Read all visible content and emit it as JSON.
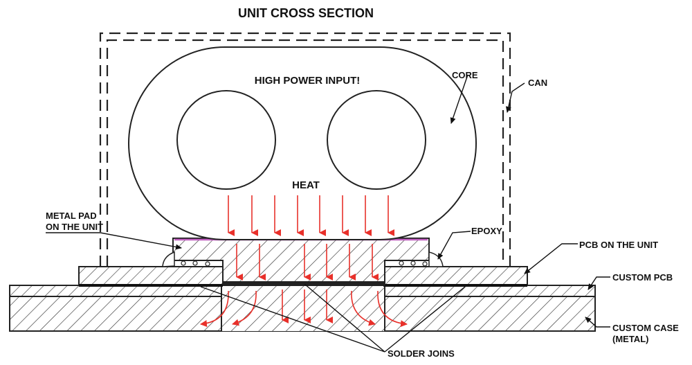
{
  "title": "UNIT CROSS SECTION",
  "labels": {
    "high_power": "HIGH POWER INPUT!",
    "heat": "HEAT",
    "core": "CORE",
    "can": "CAN",
    "metal_pad_1": "METAL PAD",
    "metal_pad_2": "ON THE UNIT",
    "epoxy": "EPOXY",
    "pcb_unit": "PCB ON THE UNIT",
    "custom_pcb": "CUSTOM PCB",
    "custom_case_1": "CUSTOM CASE",
    "custom_case_2": "(METAL)",
    "solder": "SOLDER JOINS"
  },
  "colors": {
    "heat_arrow": "#e8302a",
    "epoxy_line": "#c060c0",
    "ink": "#222222"
  }
}
